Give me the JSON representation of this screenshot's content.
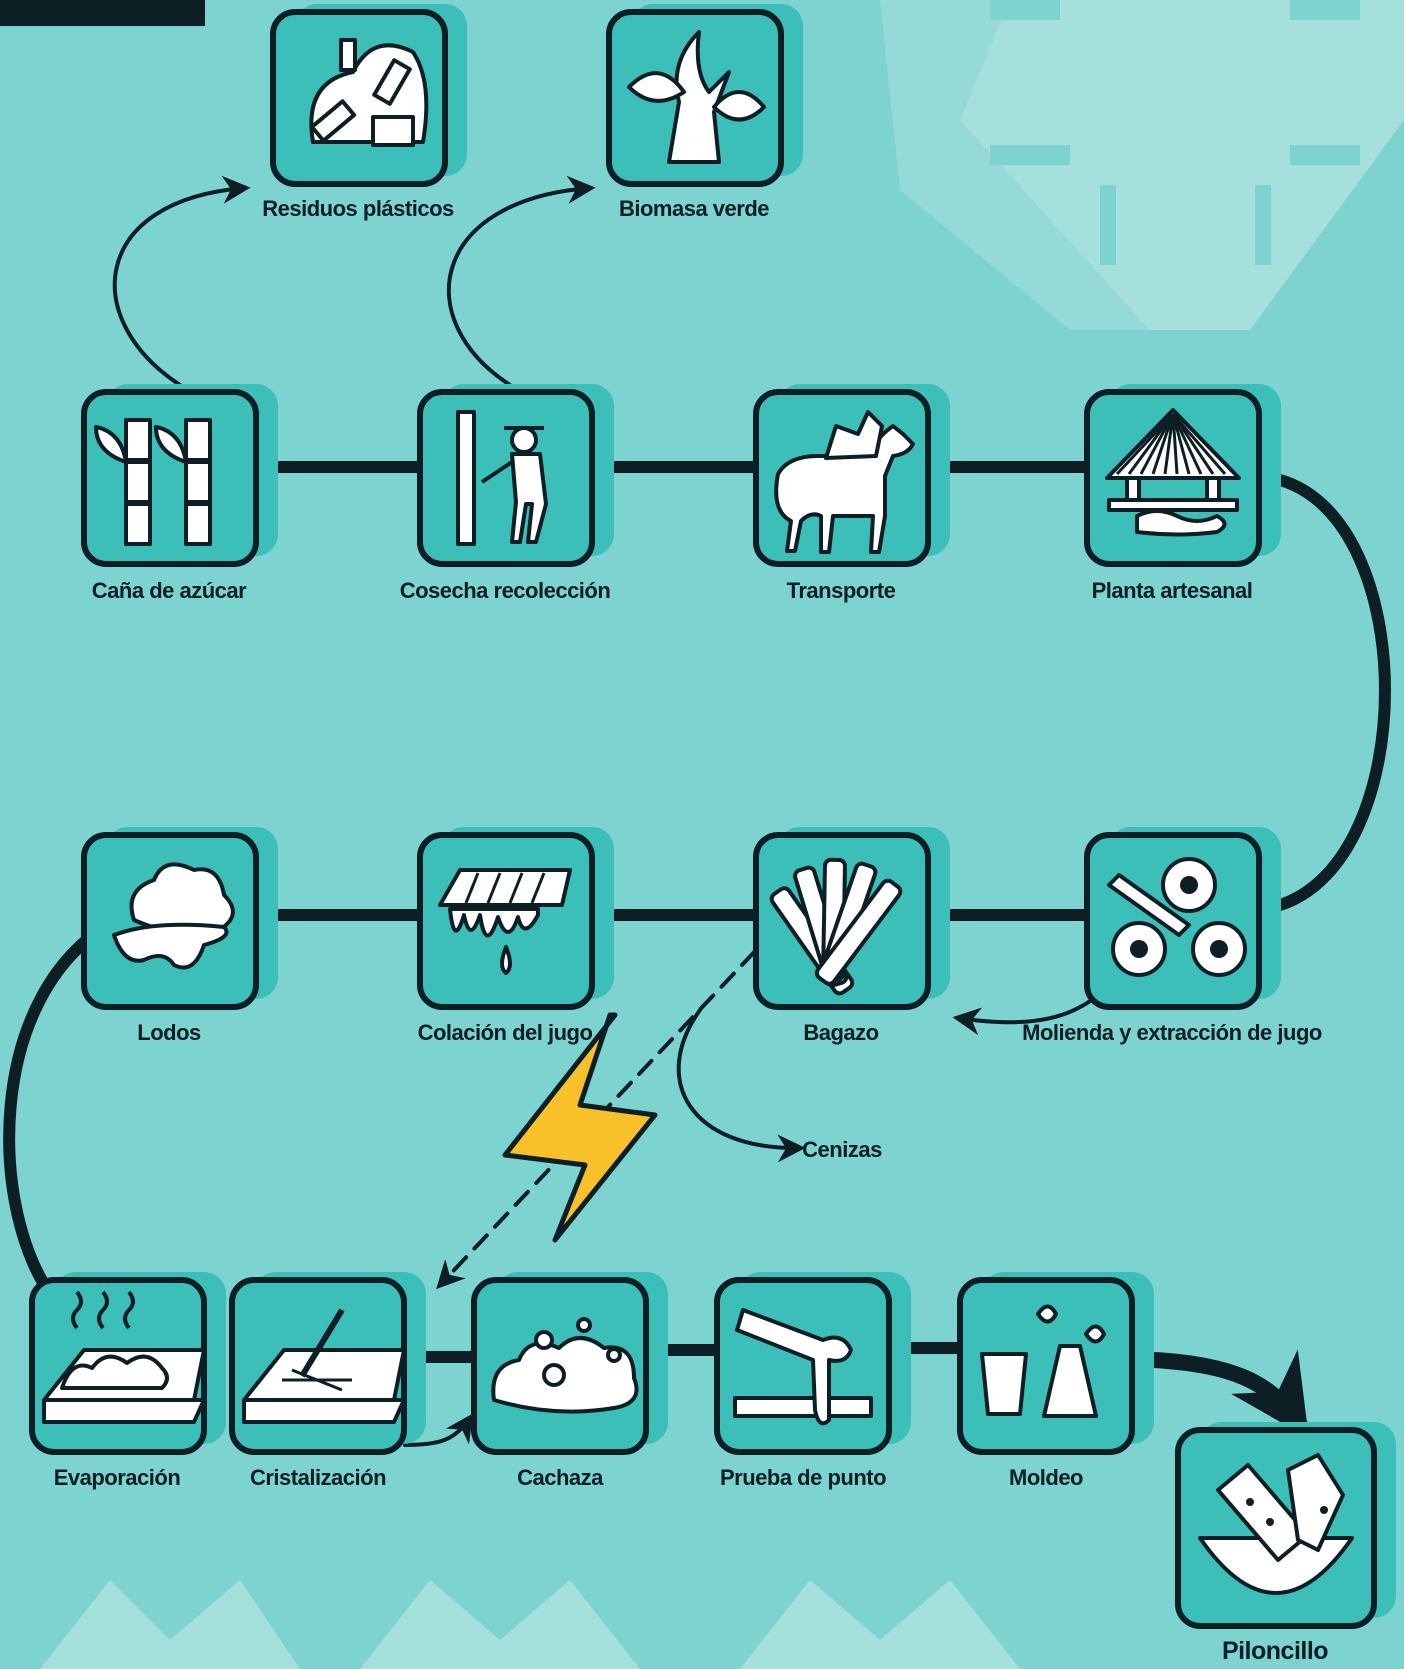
{
  "palette": {
    "background": "#7dd3cf",
    "tile": "#3bbfb8",
    "dark": "#0d1f24",
    "white": "#ffffff",
    "bolt": "#f8c12a",
    "decor": "#a6e0dd"
  },
  "nodes": [
    {
      "id": "residuos",
      "label": "Residuos plásticos",
      "icon": "plastic-waste-icon"
    },
    {
      "id": "biomasa",
      "label": "Biomasa verde",
      "icon": "leaf-sprout-icon"
    },
    {
      "id": "cana",
      "label": "Caña de azúcar",
      "icon": "sugarcane-icon"
    },
    {
      "id": "cosecha",
      "label": "Cosecha recolección",
      "icon": "farmer-harvest-icon"
    },
    {
      "id": "transporte",
      "label": "Transporte",
      "icon": "donkey-icon"
    },
    {
      "id": "planta",
      "label": "Planta artesanal",
      "icon": "artisan-mill-hut-icon"
    },
    {
      "id": "lodos",
      "label": "Lodos",
      "icon": "sludge-icon"
    },
    {
      "id": "colacion",
      "label": "Colación del jugo",
      "icon": "juice-strainer-icon"
    },
    {
      "id": "bagazo",
      "label": "Bagazo",
      "icon": "bagasse-icon"
    },
    {
      "id": "molienda",
      "label": "Molienda y extracción de jugo",
      "icon": "roller-mill-icon"
    },
    {
      "id": "cenizas",
      "label": "Cenizas",
      "icon": ""
    },
    {
      "id": "evaporacion",
      "label": "Evaporación",
      "icon": "evaporation-pan-icon"
    },
    {
      "id": "cristalizacion",
      "label": "Cristalización",
      "icon": "crystallization-pan-icon"
    },
    {
      "id": "cachaza",
      "label": "Cachaza",
      "icon": "foam-scum-icon"
    },
    {
      "id": "prueba",
      "label": "Prueba de punto",
      "icon": "spoon-test-icon"
    },
    {
      "id": "moldeo",
      "label": "Moldeo",
      "icon": "molds-icon"
    },
    {
      "id": "piloncillo",
      "label": "Piloncillo",
      "icon": "piloncillo-bowl-icon"
    }
  ],
  "connectors": [
    {
      "from": "cana",
      "to": "residuos",
      "style": "arrow"
    },
    {
      "from": "cosecha",
      "to": "biomasa",
      "style": "arrow"
    },
    {
      "from": "cana",
      "to": "cosecha",
      "style": "line"
    },
    {
      "from": "cosecha",
      "to": "transporte",
      "style": "line"
    },
    {
      "from": "transporte",
      "to": "planta",
      "style": "line"
    },
    {
      "from": "planta",
      "to": "molienda",
      "style": "curve"
    },
    {
      "from": "molienda",
      "to": "bagazo",
      "style": "line"
    },
    {
      "from": "bagazo",
      "to": "colacion",
      "style": "line"
    },
    {
      "from": "colacion",
      "to": "lodos",
      "style": "line"
    },
    {
      "from": "molienda",
      "to": "bagazo",
      "style": "arrow"
    },
    {
      "from": "bagazo",
      "to": "cenizas",
      "style": "arrow"
    },
    {
      "from": "bagazo",
      "to": "cristalizacion",
      "style": "dashed-arrow"
    },
    {
      "from": "lodos",
      "to": "evaporacion",
      "style": "curve"
    },
    {
      "from": "cristalizacion",
      "to": "cachaza",
      "style": "arrow"
    },
    {
      "from": "cachaza",
      "to": "prueba",
      "style": "line"
    },
    {
      "from": "prueba",
      "to": "moldeo",
      "style": "line"
    },
    {
      "from": "moldeo",
      "to": "piloncillo",
      "style": "thick-arrow"
    }
  ],
  "decorations": [
    "energy-bolt-icon",
    "corner-sack-icon"
  ]
}
